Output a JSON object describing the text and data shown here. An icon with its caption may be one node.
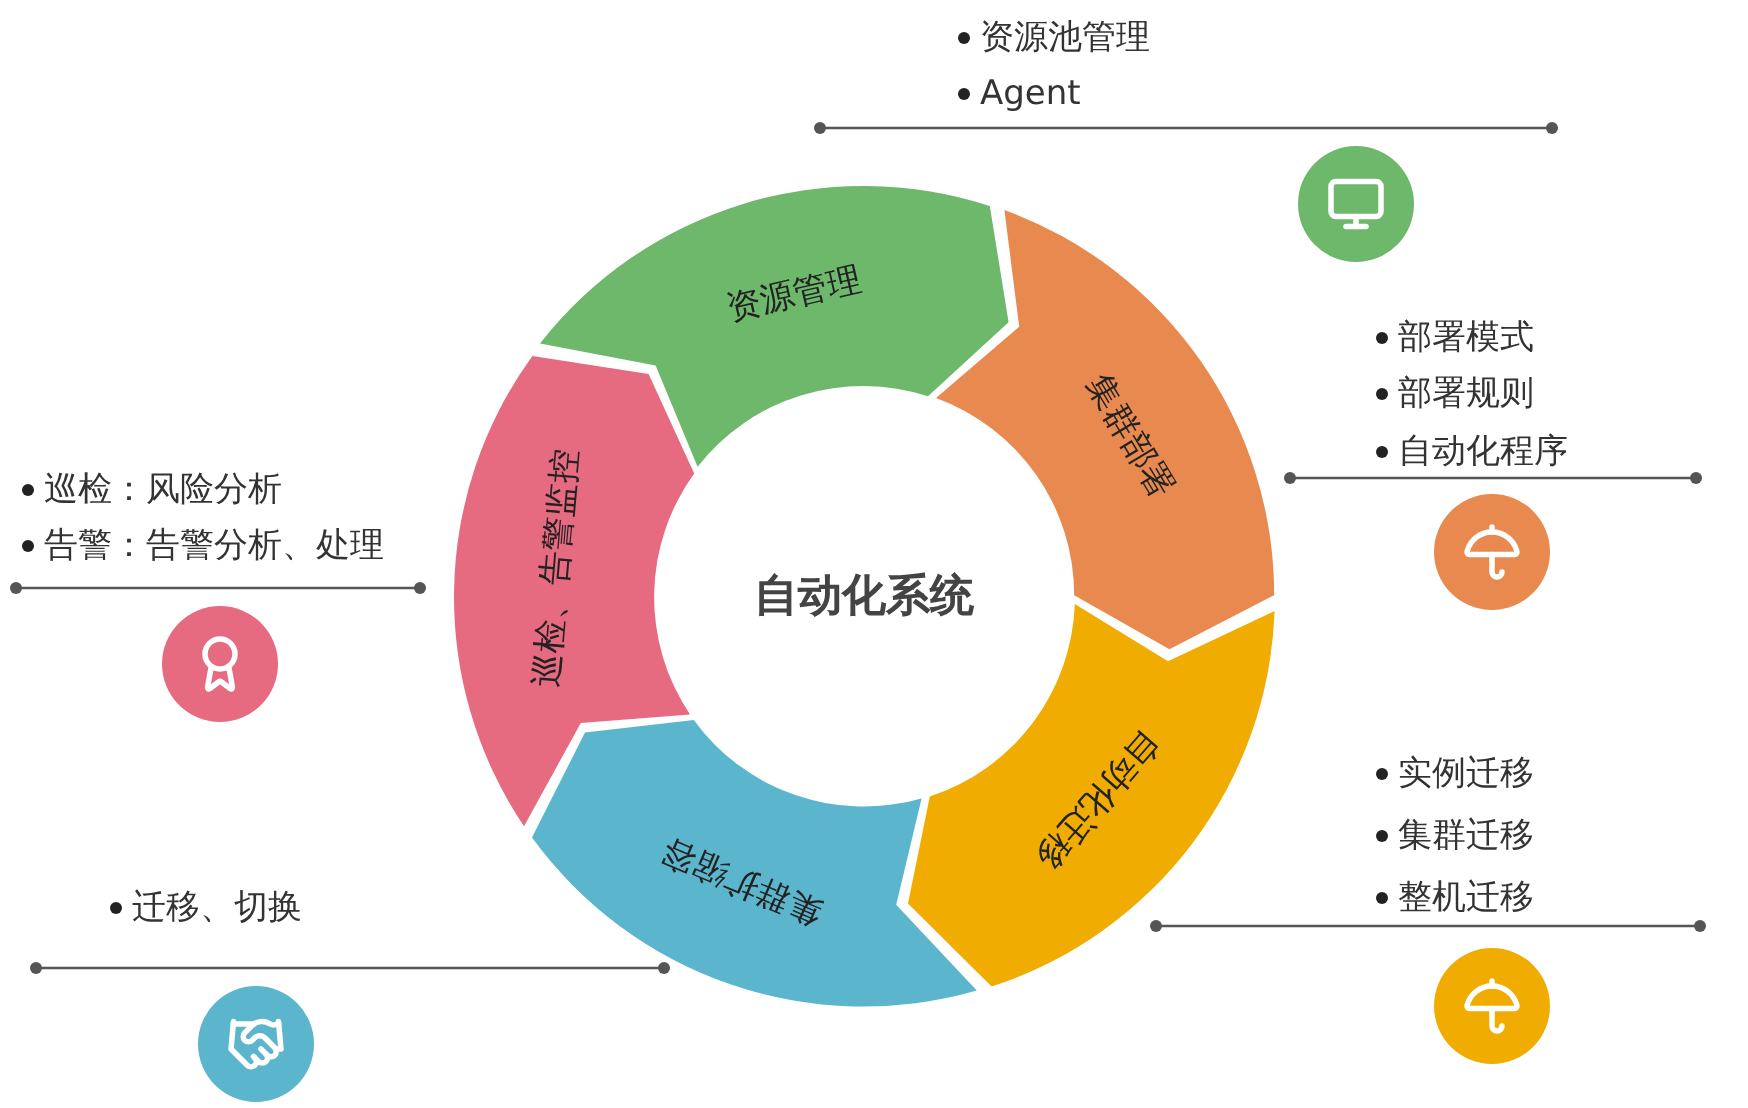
{
  "diagram": {
    "nodes": [
      {
        "text": [
          "自动化系统"
        ]
      },
      {
        "text": [
          "资源管理"
        ]
      },
      {
        "text": [
          "集群部署"
        ]
      },
      {
        "text": [
          "自动化迁移"
        ]
      },
      {
        "text": [
          "集群扩缩容"
        ]
      },
      {
        "text": [
          "巡检、告警监控"
        ]
      }
    ],
    "labels": [
      "资源池管理",
      "Agent",
      "部署模式",
      "部署规则",
      "自动化程序",
      "巡检：风险分析",
      "告警：告警分析、处理",
      "实例迁移",
      "集群迁移",
      "整机迁移",
      "迁移、切换"
    ]
  }
}
